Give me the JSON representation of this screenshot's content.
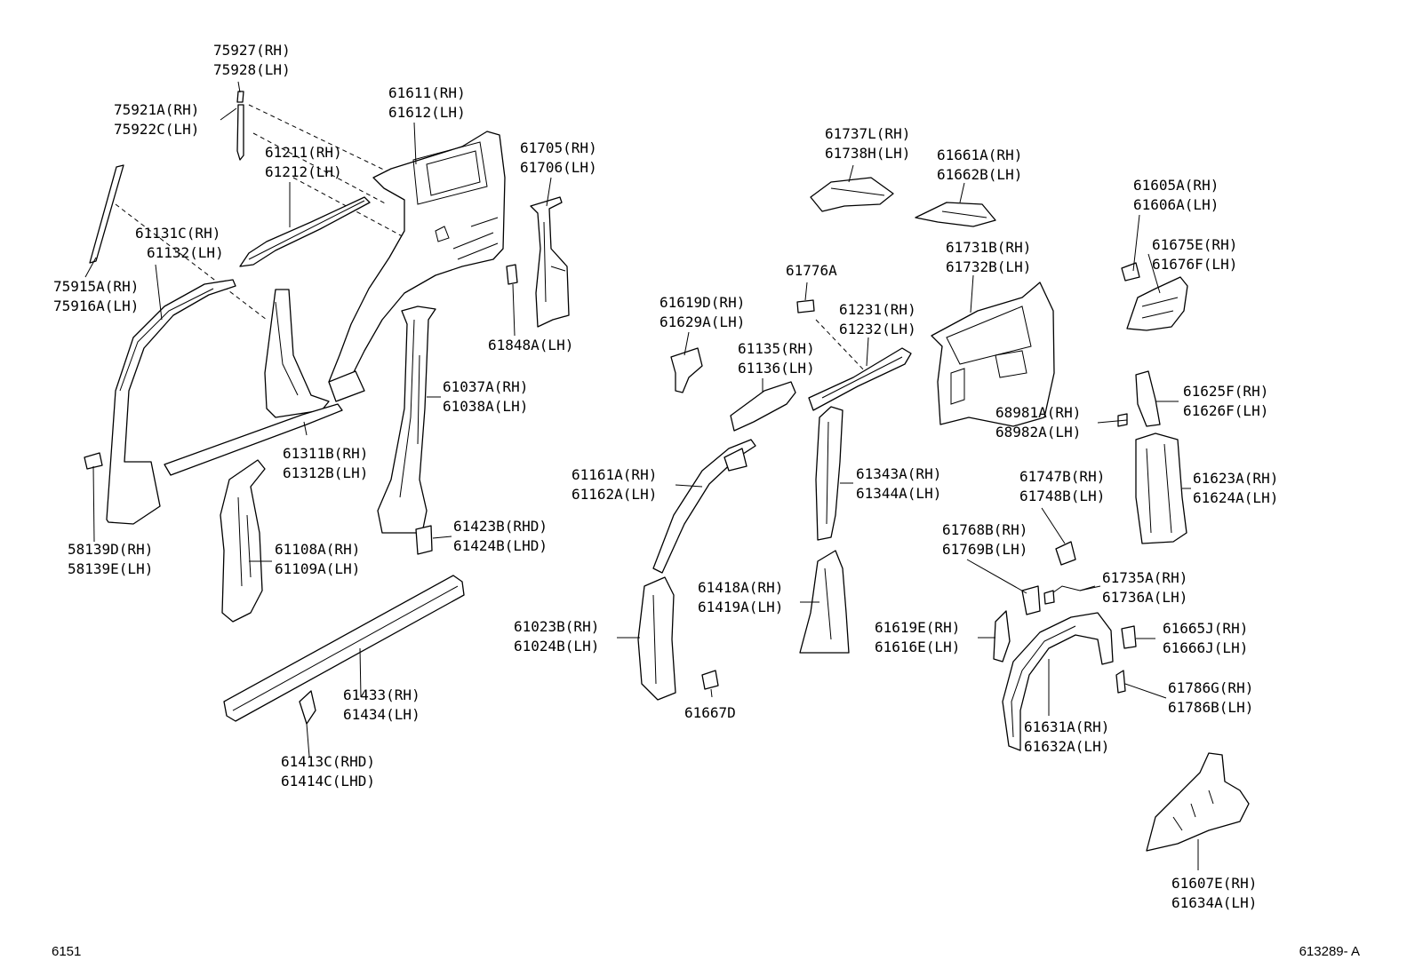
{
  "callouts": [
    {
      "l1": "75927(RH)",
      "l2": "75928(LH)"
    },
    {
      "l1": "75921A(RH)",
      "l2": "75922C(LH)"
    },
    {
      "l1": "61611(RH)",
      "l2": "61612(LH)"
    },
    {
      "l1": "61211(RH)",
      "l2": "61212(LH)"
    },
    {
      "l1": "61131C(RH)",
      "l2": "61132(LH)"
    },
    {
      "l1": "75915A(RH)",
      "l2": "75916A(LH)"
    },
    {
      "l1": "61705(RH)",
      "l2": "61706(LH)"
    },
    {
      "l1": "61848A(LH)",
      "l2": ""
    },
    {
      "l1": "61037A(RH)",
      "l2": "61038A(LH)"
    },
    {
      "l1": "61311B(RH)",
      "l2": "61312B(LH)"
    },
    {
      "l1": "58139D(RH)",
      "l2": "58139E(LH)"
    },
    {
      "l1": "61108A(RH)",
      "l2": "61109A(LH)"
    },
    {
      "l1": "61423B(RHD)",
      "l2": "61424B(LHD)"
    },
    {
      "l1": "61433(RH)",
      "l2": "61434(LH)"
    },
    {
      "l1": "61413C(RHD)",
      "l2": "61414C(LHD)"
    },
    {
      "l1": "61737L(RH)",
      "l2": "61738H(LH)"
    },
    {
      "l1": "61661A(RH)",
      "l2": "61662B(LH)"
    },
    {
      "l1": "61605A(RH)",
      "l2": "61606A(LH)"
    },
    {
      "l1": "61675E(RH)",
      "l2": "61676F(LH)"
    },
    {
      "l1": "61731B(RH)",
      "l2": "61732B(LH)"
    },
    {
      "l1": "61776A",
      "l2": ""
    },
    {
      "l1": "61619D(RH)",
      "l2": "61629A(LH)"
    },
    {
      "l1": "61231(RH)",
      "l2": "61232(LH)"
    },
    {
      "l1": "61135(RH)",
      "l2": "61136(LH)"
    },
    {
      "l1": "61625F(RH)",
      "l2": "61626F(LH)"
    },
    {
      "l1": "68981A(RH)",
      "l2": "68982A(LH)"
    },
    {
      "l1": "61161A(RH)",
      "l2": "61162A(LH)"
    },
    {
      "l1": "61343A(RH)",
      "l2": "61344A(LH)"
    },
    {
      "l1": "61747B(RH)",
      "l2": "61748B(LH)"
    },
    {
      "l1": "61623A(RH)",
      "l2": "61624A(LH)"
    },
    {
      "l1": "61768B(RH)",
      "l2": "61769B(LH)"
    },
    {
      "l1": "61735A(RH)",
      "l2": "61736A(LH)"
    },
    {
      "l1": "61418A(RH)",
      "l2": "61419A(LH)"
    },
    {
      "l1": "61023B(RH)",
      "l2": "61024B(LH)"
    },
    {
      "l1": "61619E(RH)",
      "l2": "61616E(LH)"
    },
    {
      "l1": "61665J(RH)",
      "l2": "61666J(LH)"
    },
    {
      "l1": "61667D",
      "l2": ""
    },
    {
      "l1": "61786G(RH)",
      "l2": "61786B(LH)"
    },
    {
      "l1": "61631A(RH)",
      "l2": "61632A(LH)"
    },
    {
      "l1": "61607E(RH)",
      "l2": "61634A(LH)"
    }
  ],
  "footer": {
    "left_code": "6151",
    "right_code": "613289- A"
  }
}
